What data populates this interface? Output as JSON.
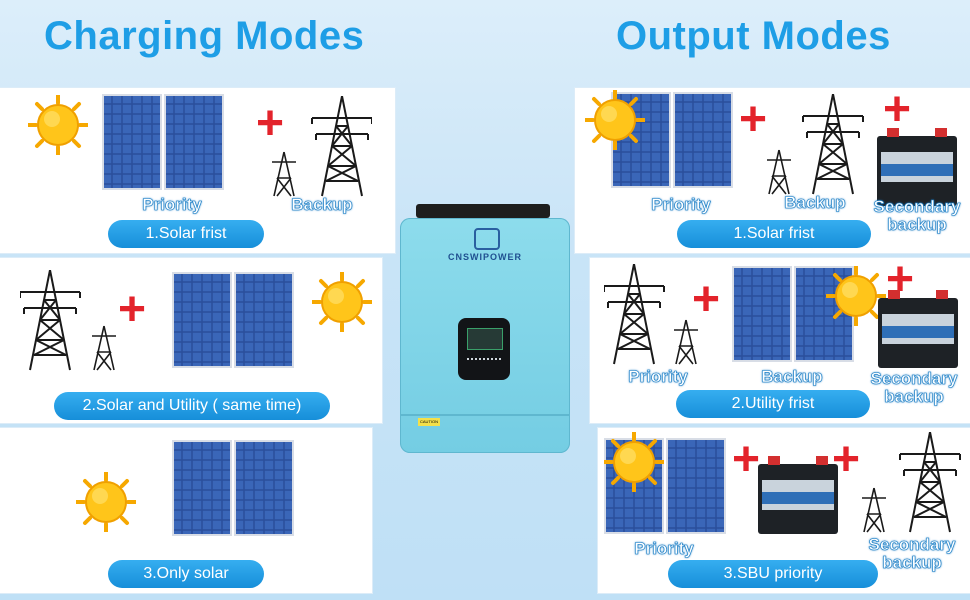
{
  "headings": {
    "charging": "Charging Modes",
    "output": "Output Modes"
  },
  "inverter": {
    "brand": "CNSWIPOWER",
    "caution": "CAUTION"
  },
  "charging_modes": [
    {
      "pill": "1.Solar frist",
      "labels": {
        "priority": "Priority",
        "backup": "Backup"
      }
    },
    {
      "pill": "2.Solar and Utility ( same time)"
    },
    {
      "pill": "3.Only solar"
    }
  ],
  "output_modes": [
    {
      "pill": "1.Solar frist",
      "labels": {
        "priority": "Priority",
        "backup": "Backup",
        "secondary1": "Secondary",
        "secondary2": "backup"
      }
    },
    {
      "pill": "2.Utility frist",
      "labels": {
        "priority": "Priority",
        "backup": "Backup",
        "secondary1": "Secondary",
        "secondary2": "backup"
      }
    },
    {
      "pill": "3.SBU priority",
      "labels": {
        "priority": "Priority",
        "secondary1": "Secondary",
        "secondary2": "backup"
      }
    }
  ],
  "colors": {
    "accent": "#1e9ee6",
    "plus": "#e3232b",
    "inverter": "#7fd3e8"
  }
}
